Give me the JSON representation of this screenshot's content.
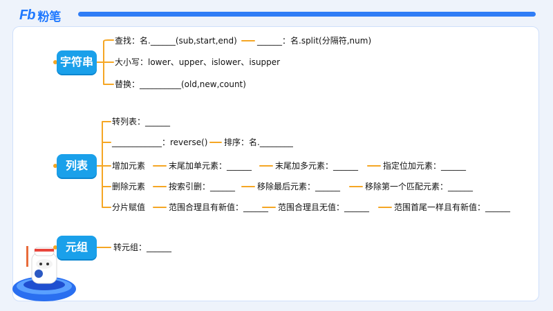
{
  "brand": {
    "mark": "Fb",
    "name": "粉笔"
  },
  "topics": {
    "string": {
      "label": "字符串",
      "items": {
        "find": "查找：名.______(sub,start,end)",
        "split_blank": "______：名.split(分隔符,num)",
        "case": "大小写：lower、upper、islower、isupper",
        "replace": "替换：__________(old,new,count)"
      }
    },
    "list": {
      "label": "列表",
      "items": {
        "to_list": "转列表：______",
        "reverse_blank": "____________：reverse()",
        "sort": "排序：名.________",
        "add": "增加元素",
        "add_one": "末尾加单元素：______",
        "add_many": "末尾加多元素：______",
        "add_pos": "指定位加元素：______",
        "del": "删除元素",
        "del_index": "按索引删：______",
        "del_last": "移除最后元素：______",
        "del_first_match": "移除第一个匹配元素：______",
        "slice": "分片赋值",
        "slice_new": "范围合理且有新值：______",
        "slice_none": "范围合理且无值：______",
        "slice_same": "范围首尾一样且有新值：______"
      }
    },
    "tuple": {
      "label": "元组",
      "items": {
        "to_tuple": "转元组：______"
      }
    }
  },
  "colors": {
    "topic": "#1aa0ea",
    "connector": "#f5a623",
    "accent": "#2f7df6"
  }
}
